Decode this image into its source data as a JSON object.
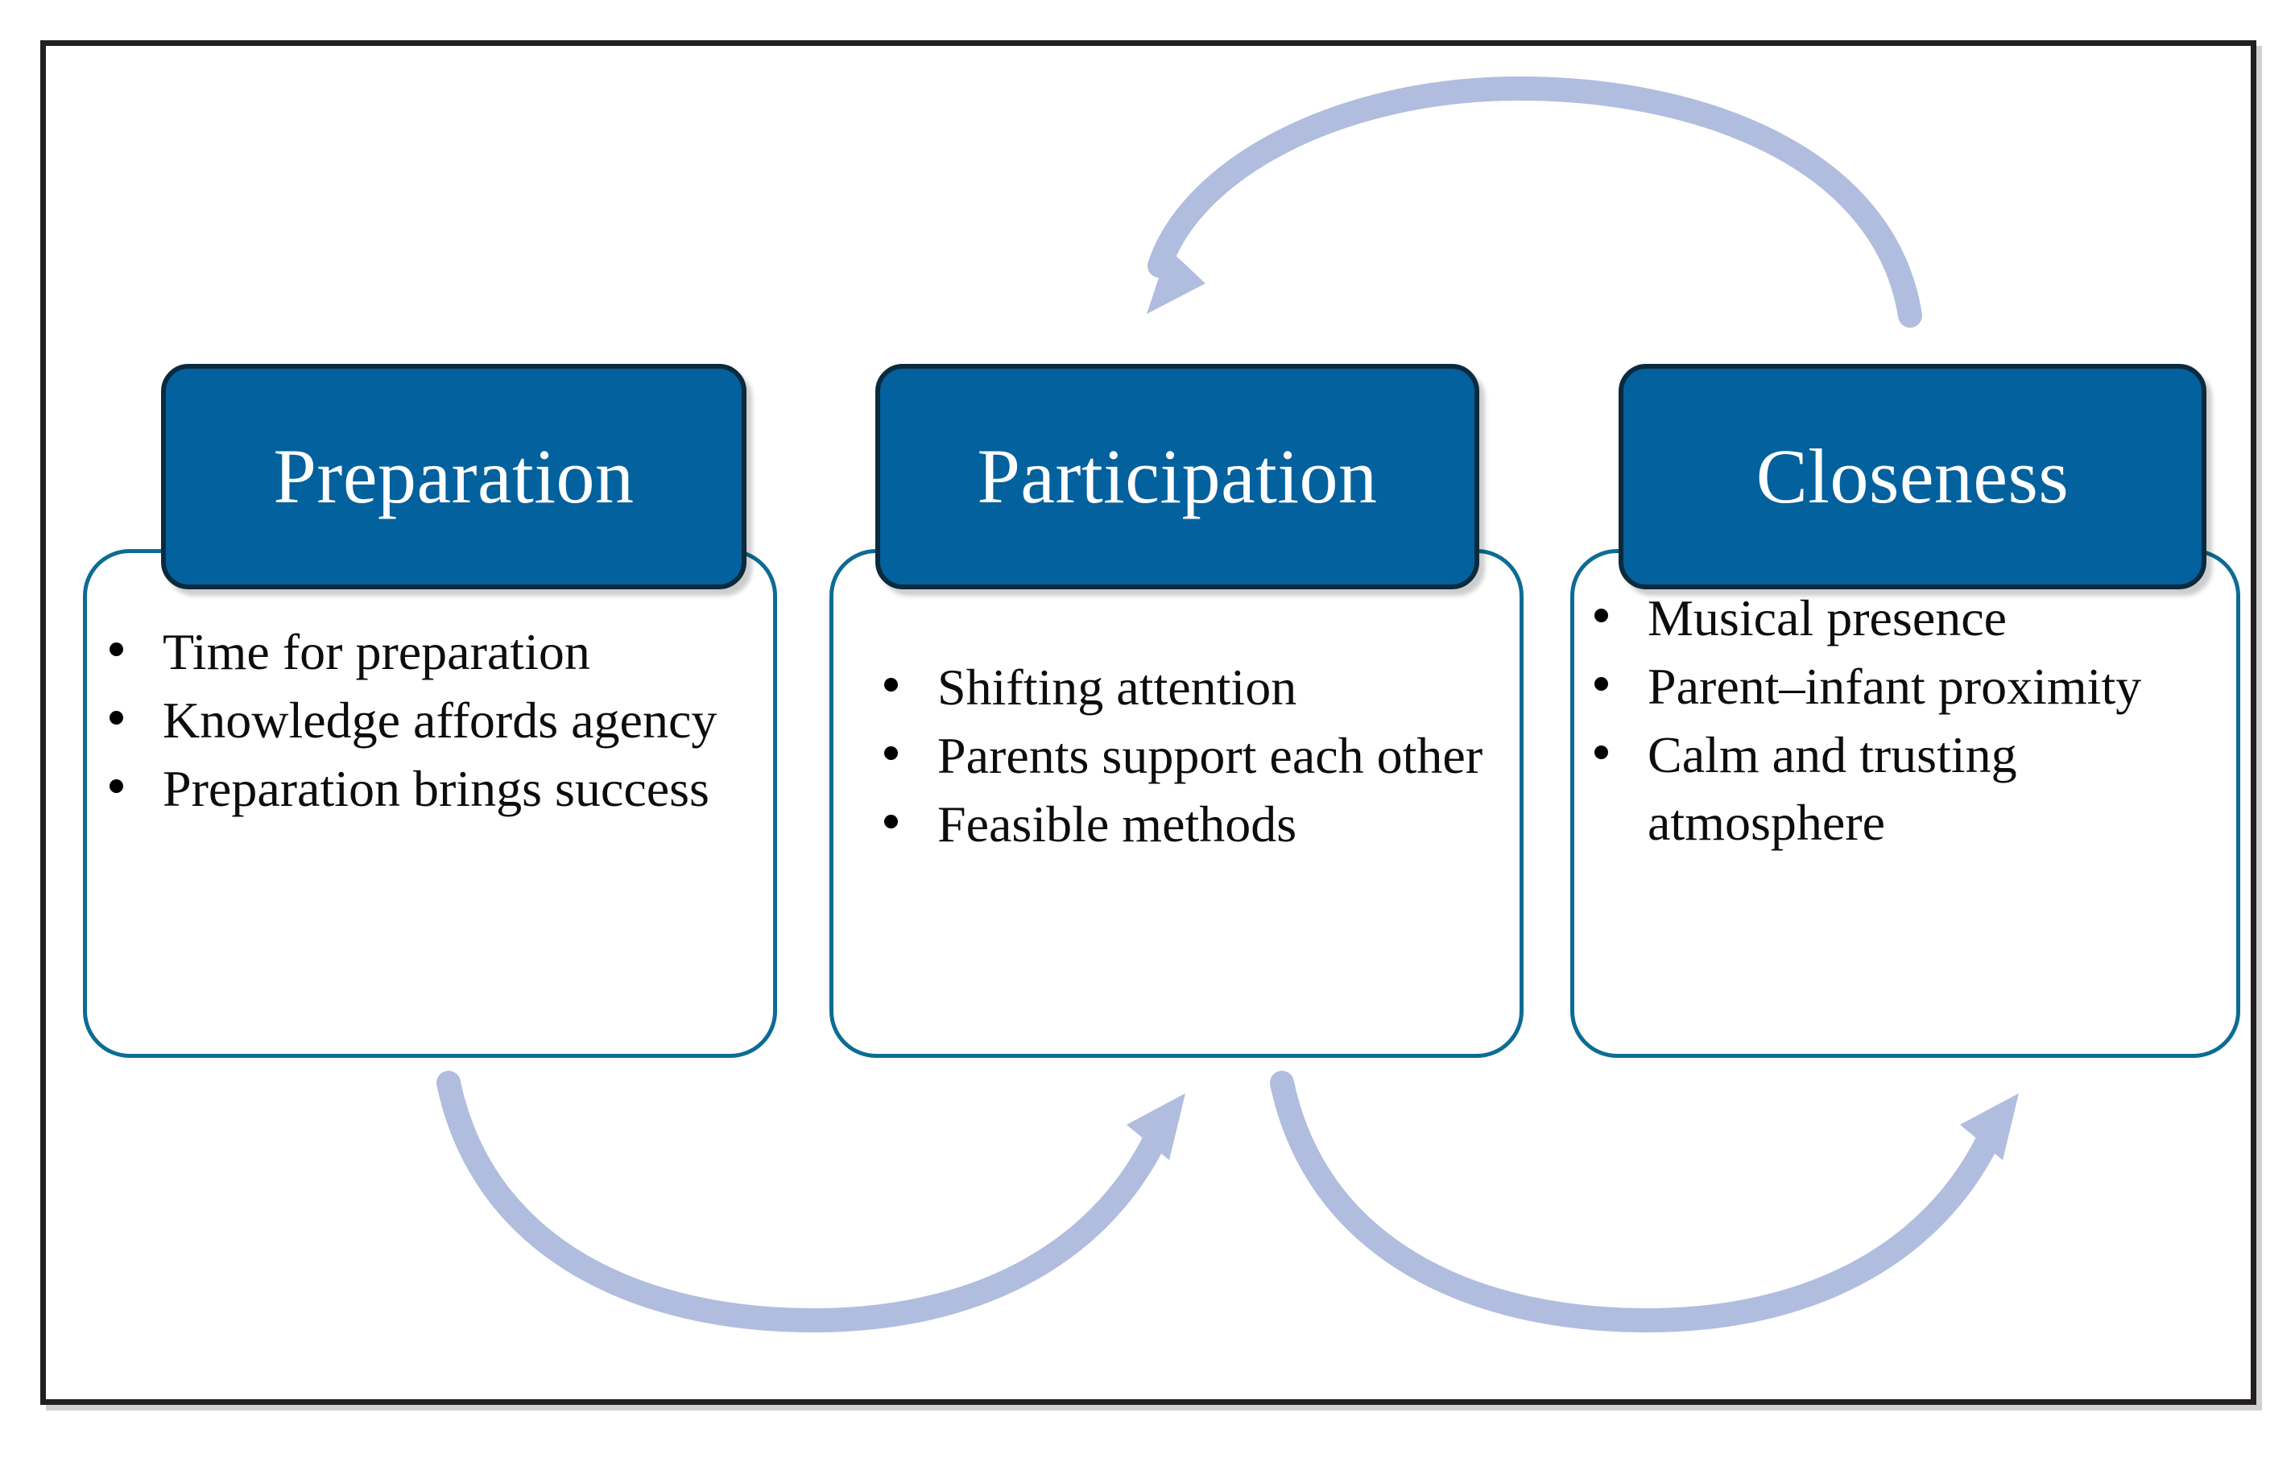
{
  "diagram": {
    "type": "cyclical-process",
    "frame": {
      "border_color": "#231f20"
    },
    "colors": {
      "header_fill": "#03619E",
      "header_border": "#0C2A3E",
      "body_border": "#0C6C94",
      "arrow": "#B0BDDE",
      "title_text": "#FFFFFF",
      "body_text": "#0D0D0D"
    },
    "nodes": [
      {
        "id": "preparation",
        "title": "Preparation",
        "items": [
          "Time for preparation",
          "Knowledge affords agency",
          "Preparation brings success"
        ]
      },
      {
        "id": "participation",
        "title": "Participation",
        "items": [
          "Shifting attention",
          "Parents support each other",
          "Feasible methods"
        ]
      },
      {
        "id": "closeness",
        "title": "Closeness",
        "items": [
          "Musical presence",
          "Parent–infant proximity",
          "Calm and trusting atmosphere"
        ]
      }
    ],
    "arrows": [
      {
        "id": "arrow-closeness-to-participation",
        "from": "closeness",
        "to": "participation",
        "position": "top",
        "direction": "right-to-left"
      },
      {
        "id": "arrow-preparation-to-participation",
        "from": "preparation",
        "to": "participation",
        "position": "bottom-left",
        "direction": "left-to-right"
      },
      {
        "id": "arrow-participation-to-closeness",
        "from": "participation",
        "to": "closeness",
        "position": "bottom-right",
        "direction": "left-to-right"
      }
    ]
  }
}
